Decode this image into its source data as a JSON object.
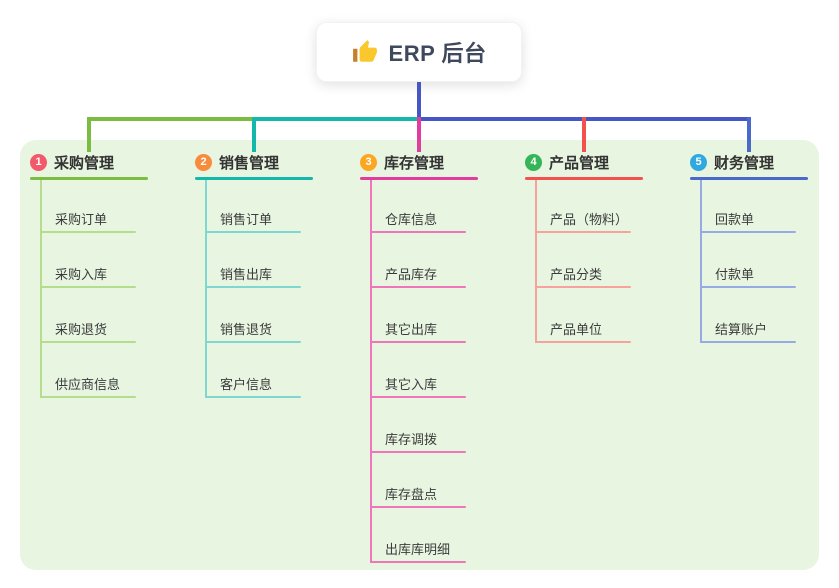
{
  "root": {
    "icon": "thumbs-up",
    "label": "ERP 后台"
  },
  "colors": {
    "trunk": "#4557c6",
    "panel_bg": "#e7f5e1"
  },
  "branches": [
    {
      "number": "1",
      "label": "采购管理",
      "badge_color": "#f2596b",
      "line_color": "#7cbd41",
      "item_color": "#b4dd8d",
      "items": [
        "采购订单",
        "采购入库",
        "采购退货",
        "供应商信息"
      ]
    },
    {
      "number": "2",
      "label": "销售管理",
      "badge_color": "#f98b3d",
      "line_color": "#14b8ab",
      "item_color": "#7ed8d0",
      "items": [
        "销售订单",
        "销售出库",
        "销售退货",
        "客户信息"
      ]
    },
    {
      "number": "3",
      "label": "库存管理",
      "badge_color": "#fba722",
      "line_color": "#e13c9e",
      "item_color": "#ef76b8",
      "items": [
        "仓库信息",
        "产品库存",
        "其它出库",
        "其它入库",
        "库存调拨",
        "库存盘点",
        "出库库明细"
      ]
    },
    {
      "number": "4",
      "label": "产品管理",
      "badge_color": "#36b558",
      "line_color": "#f2514e",
      "item_color": "#f8a29d",
      "items": [
        "产品（物料）",
        "产品分类",
        "产品单位"
      ]
    },
    {
      "number": "5",
      "label": "财务管理",
      "badge_color": "#30a9e0",
      "line_color": "#4b69c8",
      "item_color": "#96abe4",
      "items": [
        "回款单",
        "付款单",
        "结算账户"
      ]
    }
  ]
}
